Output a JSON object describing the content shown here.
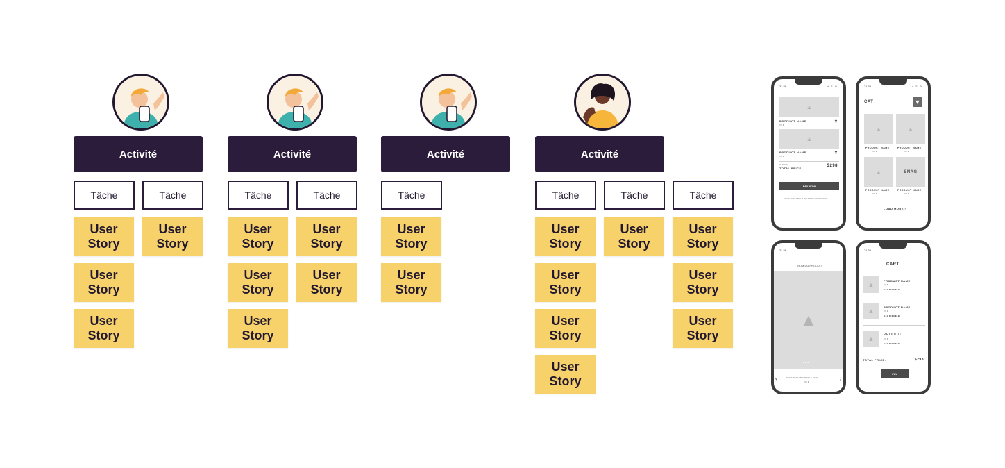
{
  "map": {
    "columns": [
      {
        "activity": "Activité",
        "persona": "man",
        "tasks": [
          {
            "label": "Tâche",
            "stories": [
              "User Story",
              "User Story",
              "User Story"
            ]
          },
          {
            "label": "Tâche",
            "stories": [
              "User Story"
            ]
          }
        ]
      },
      {
        "activity": "Activité",
        "persona": "man",
        "tasks": [
          {
            "label": "Tâche",
            "stories": [
              "User Story",
              "User Story",
              "User Story"
            ]
          },
          {
            "label": "Tâche",
            "stories": [
              "User Story",
              "User Story"
            ]
          }
        ]
      },
      {
        "activity": "Activité",
        "persona": "man",
        "tasks": [
          {
            "label": "Tâche",
            "stories": [
              "User Story",
              "User Story"
            ]
          }
        ]
      },
      {
        "activity": "Activité",
        "persona": "woman",
        "tasks": [
          {
            "label": "Tâche",
            "stories": [
              "User Story",
              "User Story",
              "User Story",
              "User Story"
            ]
          },
          {
            "label": "Tâche",
            "stories": [
              "User Story"
            ]
          },
          {
            "label": "Tâche",
            "stories": [
              "User Story",
              "User Story",
              "User Story"
            ]
          }
        ]
      }
    ]
  },
  "wireframes": {
    "time": "21:39",
    "status": "⊿ ≡ ⊙",
    "cart_list": {
      "product_name": "PRODUCT NAME",
      "product_price": "XX €",
      "close": "×",
      "summary_label": "X ITEMS",
      "total_label": "TOTAL PRICE:",
      "total_value": "$298",
      "pay_button": "PAY NOW",
      "footnote": "SOME TEXT ABOUT DELIVERY CONDITIONS"
    },
    "catalog": {
      "title": "CAT",
      "filter_icon": "funnel",
      "product_name": "PRODUCT NAME",
      "product_price": "XX €",
      "mirrored_text": "SNAG",
      "load_more": "LOAD MORE ›"
    },
    "product": {
      "title": "NOM DU PRODUIT",
      "caption": "SOME TEXT ABOUT TITLE HERE",
      "price": "XX €",
      "prev": "‹",
      "next": "›",
      "dots": "• • •"
    },
    "cart": {
      "title": "CART",
      "product_name": "PRODUCT NAME",
      "product_name_alt": "PRODUIT",
      "product_price": "XX €",
      "qty": "⊖  1 PIECE  ⊕",
      "total_label": "TOTAL PRICE:",
      "total_value": "$298",
      "pay_button": "PAY"
    }
  }
}
